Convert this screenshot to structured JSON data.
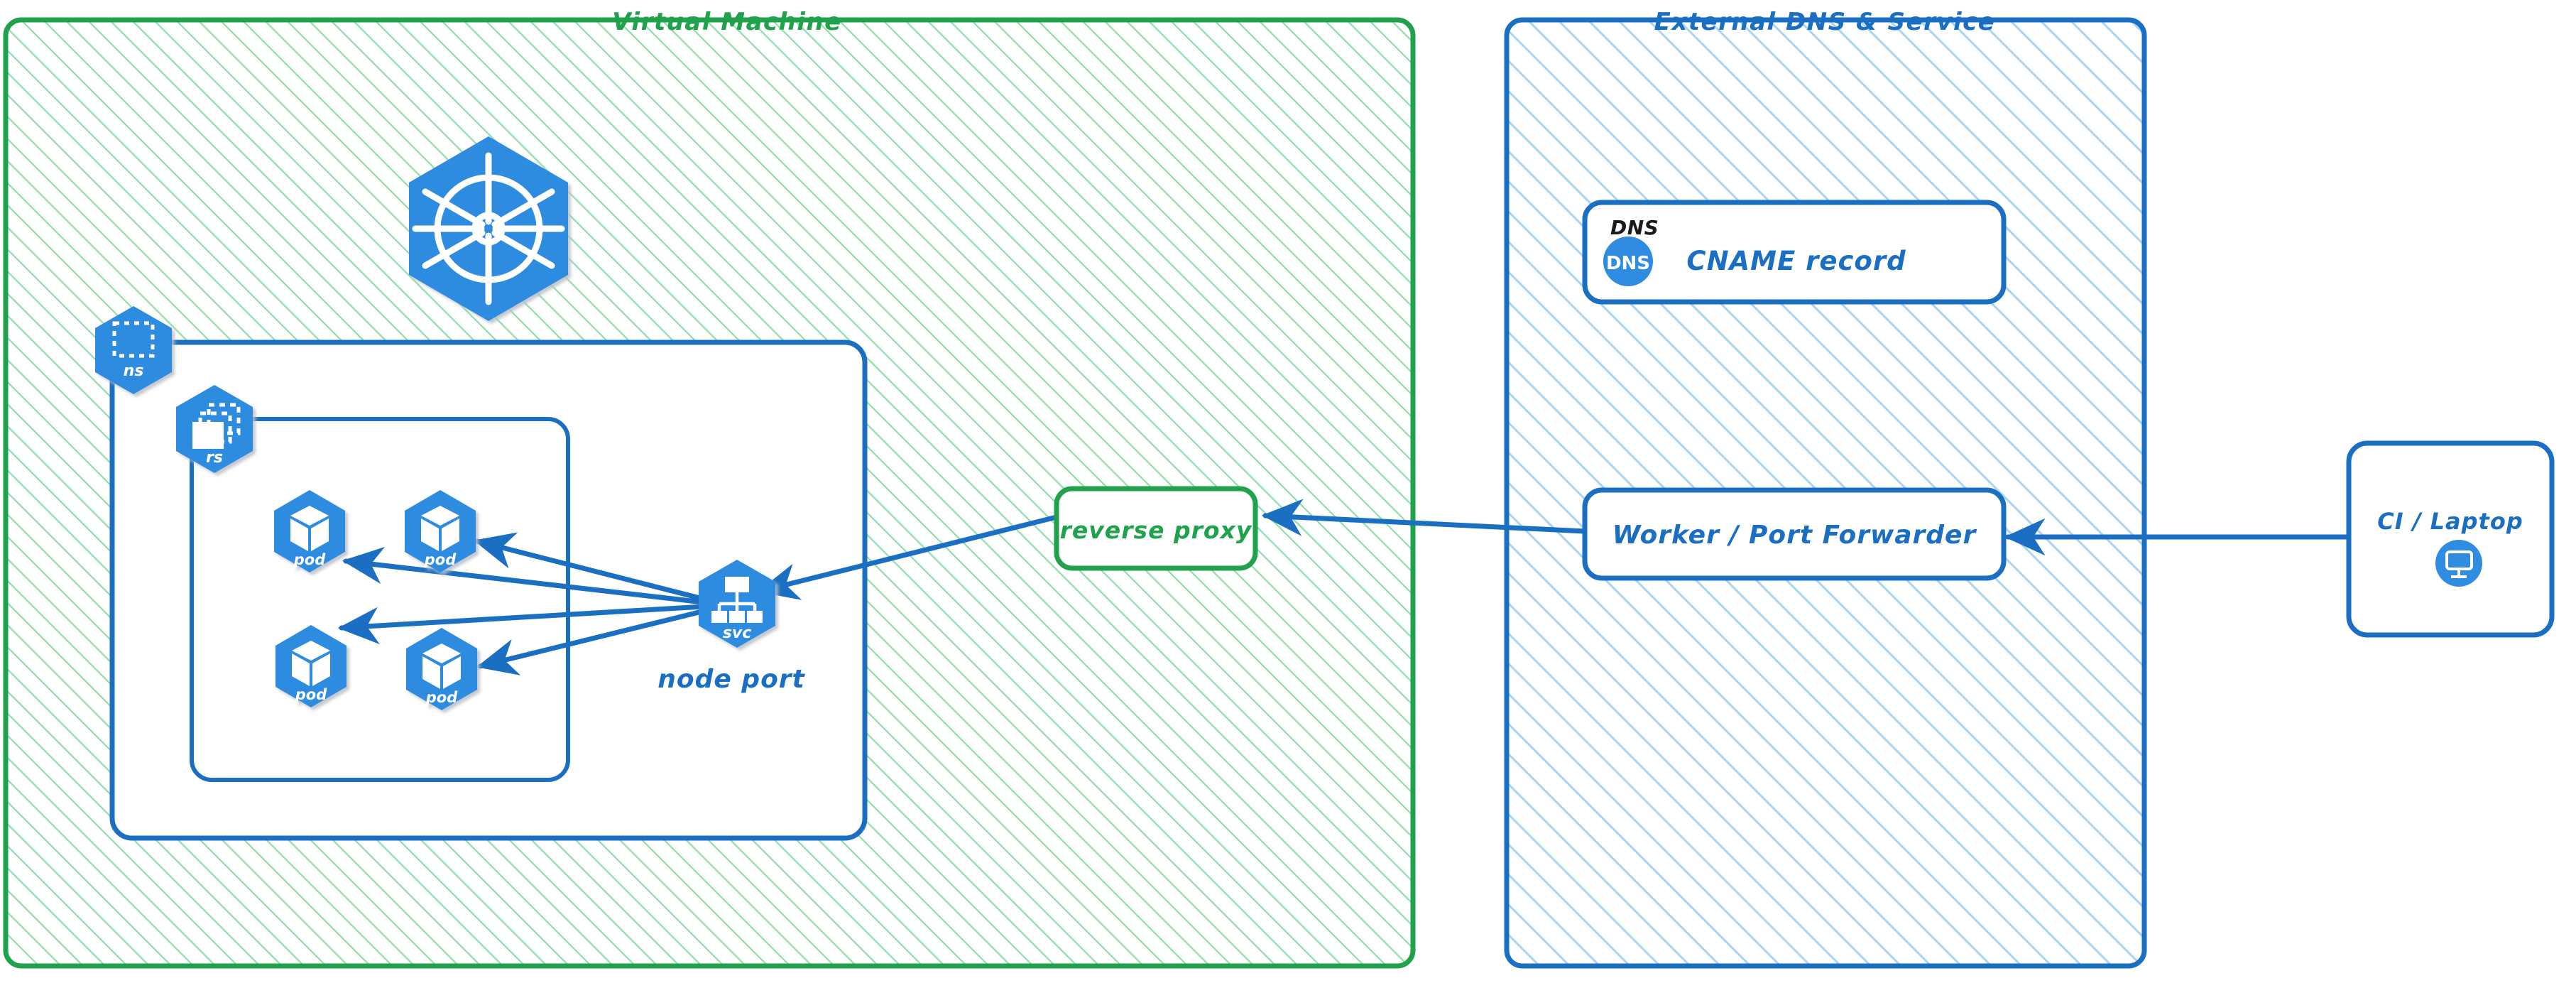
{
  "diagram": {
    "title_hidden": "",
    "colors": {
      "green_stroke": "#20a14b",
      "green_hatch": "#8fe0a8",
      "blue_stroke": "#1b6fc2",
      "blue_hatch": "#a8d4f5",
      "k8s_blue": "#2f8ce0",
      "arrow_blue": "#1b6fc2",
      "text_black": "#1a1a1a",
      "white": "#ffffff"
    },
    "panels": [
      {
        "id": "virtual-machine",
        "title": "Virtual Machine",
        "title_color": "#20a14b",
        "stroke": "#20a14b",
        "hatch": "#8fe0a8"
      },
      {
        "id": "external-dns-service",
        "title": "External DNS & Service",
        "title_color": "#1b6fc2",
        "stroke": "#1b6fc2",
        "hatch": "#a8d4f5"
      }
    ],
    "k8s_logo": {
      "name": "kubernetes-logo",
      "label": ""
    },
    "k8s_nodes": [
      {
        "id": "ns",
        "badge": "ns",
        "icon": "namespace-icon"
      },
      {
        "id": "rs",
        "badge": "rs",
        "icon": "replicaset-icon"
      },
      {
        "id": "pod1",
        "badge": "pod",
        "icon": "pod-cube-icon"
      },
      {
        "id": "pod2",
        "badge": "pod",
        "icon": "pod-cube-icon"
      },
      {
        "id": "pod3",
        "badge": "pod",
        "icon": "pod-cube-icon"
      },
      {
        "id": "pod4",
        "badge": "pod",
        "icon": "pod-cube-icon"
      },
      {
        "id": "svc",
        "badge": "svc",
        "icon": "service-tree-icon"
      }
    ],
    "labels": {
      "node_port": "node port",
      "node_port_color": "#1b6fc2"
    },
    "boxes": [
      {
        "id": "reverse-proxy",
        "text": "reverse proxy",
        "stroke": "#20a14b",
        "text_color": "#20a14b"
      },
      {
        "id": "dns-card",
        "caption": "DNS",
        "caption_color": "#1a1a1a",
        "icon_text": "DNS",
        "icon_name": "dns-circle-icon",
        "text": "CNAME record",
        "stroke": "#1b6fc2",
        "text_color": "#1b6fc2"
      },
      {
        "id": "worker-port-forwarder",
        "text": "Worker / Port Forwarder",
        "stroke": "#1b6fc2",
        "text_color": "#1b6fc2"
      },
      {
        "id": "ci-laptop",
        "text": "CI / Laptop",
        "icon_name": "desktop-monitor-icon",
        "stroke": "#1b6fc2",
        "text_color": "#1b6fc2"
      }
    ],
    "connections": [
      {
        "id": "svc-to-pod1",
        "from": "svc",
        "to": "pod1",
        "direction": "to"
      },
      {
        "id": "svc-to-pod2",
        "from": "svc",
        "to": "pod2",
        "direction": "to"
      },
      {
        "id": "svc-to-pod3",
        "from": "svc",
        "to": "pod3",
        "direction": "to"
      },
      {
        "id": "svc-to-pod4",
        "from": "svc",
        "to": "pod4",
        "direction": "to"
      },
      {
        "id": "reverse-proxy-to-svc",
        "from": "reverse-proxy",
        "to": "svc",
        "direction": "to"
      },
      {
        "id": "worker-to-reverse-proxy",
        "from": "worker-port-forwarder",
        "to": "reverse-proxy",
        "direction": "to"
      },
      {
        "id": "ci-laptop-to-worker",
        "from": "ci-laptop",
        "to": "worker-port-forwarder",
        "direction": "to"
      }
    ]
  }
}
